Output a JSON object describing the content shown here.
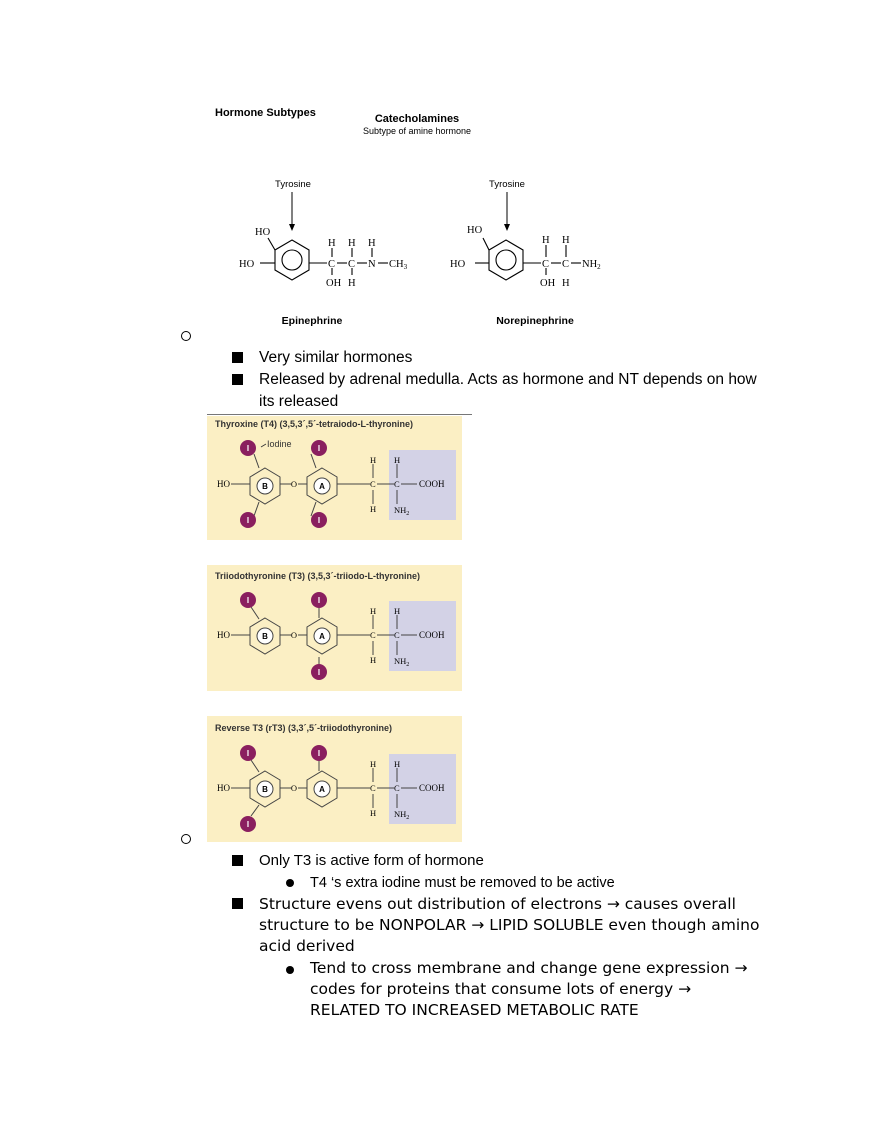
{
  "catechol_figure": {
    "heading": "Hormone Subtypes",
    "title": "Catecholamines",
    "subtitle": "Subtype of amine hormone",
    "tyrosine_left": "Tyrosine",
    "tyrosine_right": "Tyrosine",
    "epinephrine": "Epinephrine",
    "norepinephrine": "Norepinephrine"
  },
  "bullets1": [
    "Very similar hormones",
    "Released by adrenal medulla. Acts as hormone and NT depends on how",
    "its released"
  ],
  "thyroid_figure": {
    "t4_title": "Thyroxine (T4) (3,5,3´,5´-tetraiodo-L-thyronine)",
    "t3_title": "Triiodothyronine (T3) (3,5,3´-triiodo-L-thyronine)",
    "rt3_title": "Reverse T3  (rT3) (3,3´,5´-triiodothyronine)",
    "iodine_label": "Iodine",
    "ho": "HO",
    "cooh": "COOH",
    "nh2": "NH2",
    "ring_b": "B",
    "ring_a": "A",
    "i": "I"
  },
  "bullets2": {
    "item1": "Only T3 is active form of hormone",
    "sub1": "T4 ‘s extra iodine must be removed to be active",
    "item2_lines": [
      "Structure evens out distribution of electrons → causes overall",
      "structure to be NONPOLAR → LIPID SOLUBLE even though amino",
      "acid derived"
    ],
    "sub2_lines": [
      "Tend to cross membrane and change gene expression →",
      "codes for proteins that consume lots of energy →",
      "RELATED TO INCREASED METABOLIC RATE"
    ]
  }
}
